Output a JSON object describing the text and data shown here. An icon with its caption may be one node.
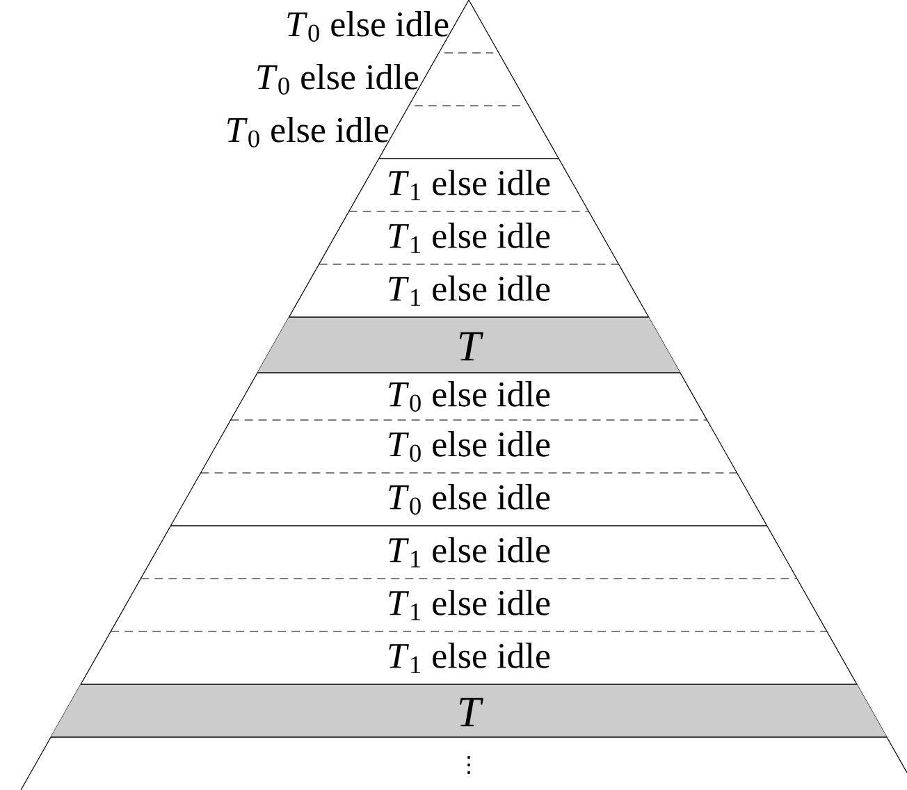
{
  "diagram": {
    "nodes": [
      {
        "text": [
          "*T*$_{0}$ else idle"
        ]
      },
      {
        "text": [
          "*T*$_{0}$ else idle"
        ]
      },
      {
        "text": [
          "*T*$_{0}$ else idle"
        ]
      },
      {
        "text": [
          "*T*$_{1}$ else idle"
        ]
      },
      {
        "text": [
          "*T*$_{1}$ else idle"
        ]
      },
      {
        "text": [
          "*T*$_{1}$ else idle"
        ]
      },
      {
        "text": [
          "T"
        ]
      },
      {
        "text": [
          "*T*$_{0}$ else idle"
        ]
      },
      {
        "text": [
          "*T*$_{0}$ else idle"
        ]
      },
      {
        "text": [
          "*T*$_{0}$ else idle"
        ]
      },
      {
        "text": [
          "*T*$_{1}$ else idle"
        ]
      },
      {
        "text": [
          "*T*$_{1}$ else idle"
        ]
      },
      {
        "text": [
          "*T*$_{1}$ else idle"
        ]
      },
      {
        "text": [
          "T"
        ]
      }
    ],
    "labels": [
      "⋮"
    ]
  }
}
